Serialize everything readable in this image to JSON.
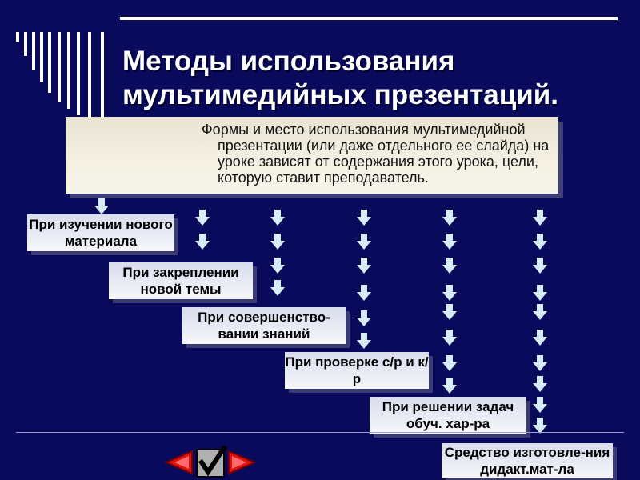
{
  "slide": {
    "title": "Методы использования мультимедийных презентаций.",
    "intro": "Формы и место использования мультимедийной презентации (или даже отдельного ее слайда) на уроке зависят от содержания этого урока, цели, которую ставит преподаватель."
  },
  "methods": [
    {
      "label": "При изучении нового материала"
    },
    {
      "label": "При закреплении новой темы"
    },
    {
      "label": "При совершенство-вании знаний"
    },
    {
      "label": "При проверке с/р и к/р"
    },
    {
      "label": "При решении задач обуч. хар-ра"
    },
    {
      "label": "Средство изготовле-ния дидакт.мат-ла"
    }
  ],
  "colors": {
    "background": "#0a0a5c",
    "arrow": "#d8ecf6",
    "nav_arrow": "#e01010",
    "check": "#000000"
  },
  "icons": [
    "back-arrow-icon",
    "checkmark-icon",
    "forward-arrow-icon",
    "down-arrow-icon"
  ]
}
